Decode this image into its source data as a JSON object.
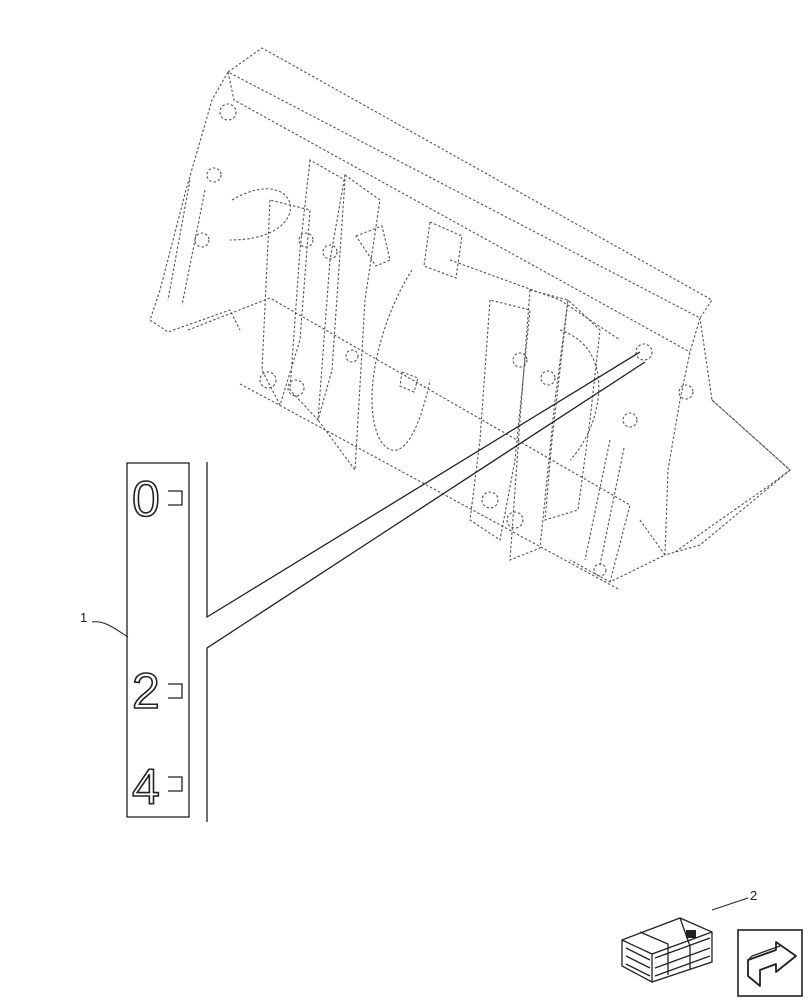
{
  "callouts": [
    {
      "id": "1",
      "label": "1"
    },
    {
      "id": "2",
      "label": "2"
    }
  ],
  "decal": {
    "marks": [
      "0",
      "2",
      "4"
    ]
  },
  "icons": {
    "parts_crate": "crate-icon",
    "navigation": "next-page-arrow-icon"
  },
  "colors": {
    "line": "#222222",
    "dashed_outline": "#555555",
    "background": "#ffffff"
  }
}
